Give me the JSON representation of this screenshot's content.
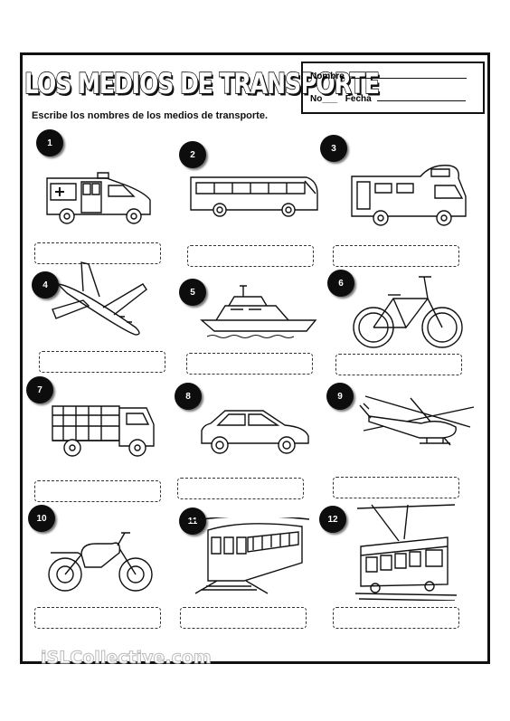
{
  "header": {
    "title": "LOS MEDIOS DE TRANSPORTE",
    "name_label": "Nombre",
    "number_label": "No___",
    "date_label": "Fecha"
  },
  "instruction": "Escribe los nombres de los medios de transporte.",
  "items": [
    {
      "number": "1",
      "icon": "ambulance-icon"
    },
    {
      "number": "2",
      "icon": "bus-icon"
    },
    {
      "number": "3",
      "icon": "camper-van-icon"
    },
    {
      "number": "4",
      "icon": "airplane-icon"
    },
    {
      "number": "5",
      "icon": "boat-icon"
    },
    {
      "number": "6",
      "icon": "bicycle-icon"
    },
    {
      "number": "7",
      "icon": "truck-icon"
    },
    {
      "number": "8",
      "icon": "car-icon"
    },
    {
      "number": "9",
      "icon": "helicopter-icon"
    },
    {
      "number": "10",
      "icon": "motorcycle-icon"
    },
    {
      "number": "11",
      "icon": "train-icon"
    },
    {
      "number": "12",
      "icon": "tram-icon"
    }
  ],
  "footer": "iSLCollective.com"
}
